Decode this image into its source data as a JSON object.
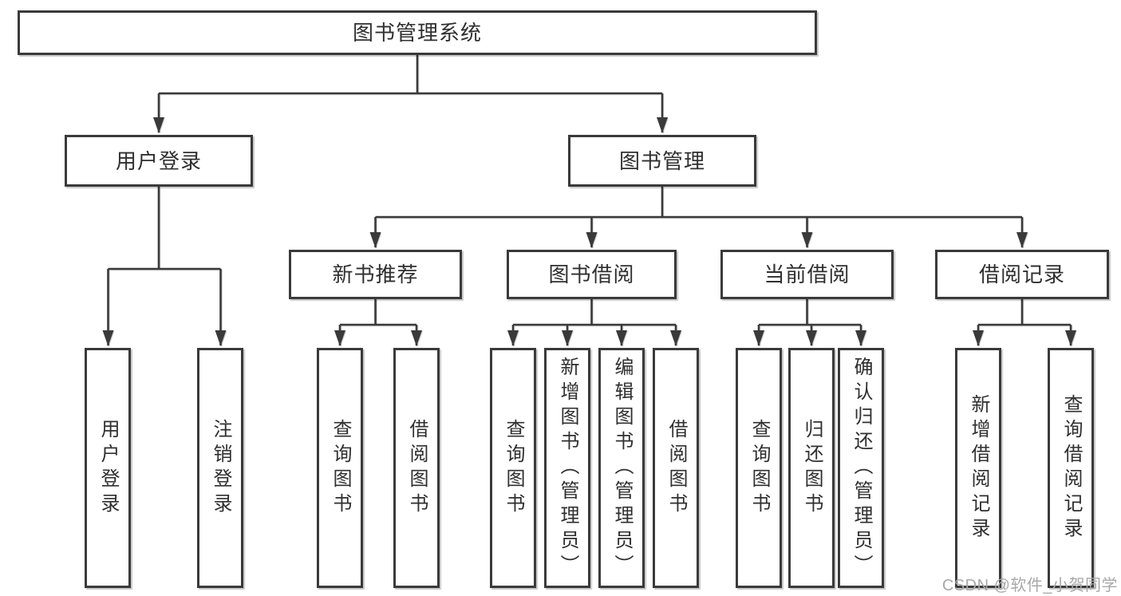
{
  "diagram": {
    "title": "图书管理系统",
    "tree": {
      "root": {
        "label": "图书管理系统"
      },
      "branches": [
        {
          "label": "用户登录",
          "leaves": [
            {
              "label": "用户登录"
            },
            {
              "label": "注销登录"
            }
          ]
        },
        {
          "label": "图书管理",
          "groups": [
            {
              "label": "新书推荐",
              "leaves": [
                {
                  "label": "查询图书"
                },
                {
                  "label": "借阅图书"
                }
              ]
            },
            {
              "label": "图书借阅",
              "leaves": [
                {
                  "label": "查询图书"
                },
                {
                  "label": "新增图书（管理员）"
                },
                {
                  "label": "编辑图书（管理员）"
                },
                {
                  "label": "借阅图书"
                }
              ]
            },
            {
              "label": "当前借阅",
              "leaves": [
                {
                  "label": "查询图书"
                },
                {
                  "label": "归还图书"
                },
                {
                  "label": "确认归还（管理员）"
                }
              ]
            },
            {
              "label": "借阅记录",
              "leaves": [
                {
                  "label": "新增借阅记录"
                },
                {
                  "label": "查询借阅记录"
                }
              ]
            }
          ]
        }
      ]
    },
    "colors": {
      "line": "#3a3a3a",
      "text": "#2f2f2f",
      "background": "#ffffff",
      "watermark": "#a8a8a8"
    }
  },
  "watermark": {
    "text": "CSDN @软件_小贺同学"
  }
}
